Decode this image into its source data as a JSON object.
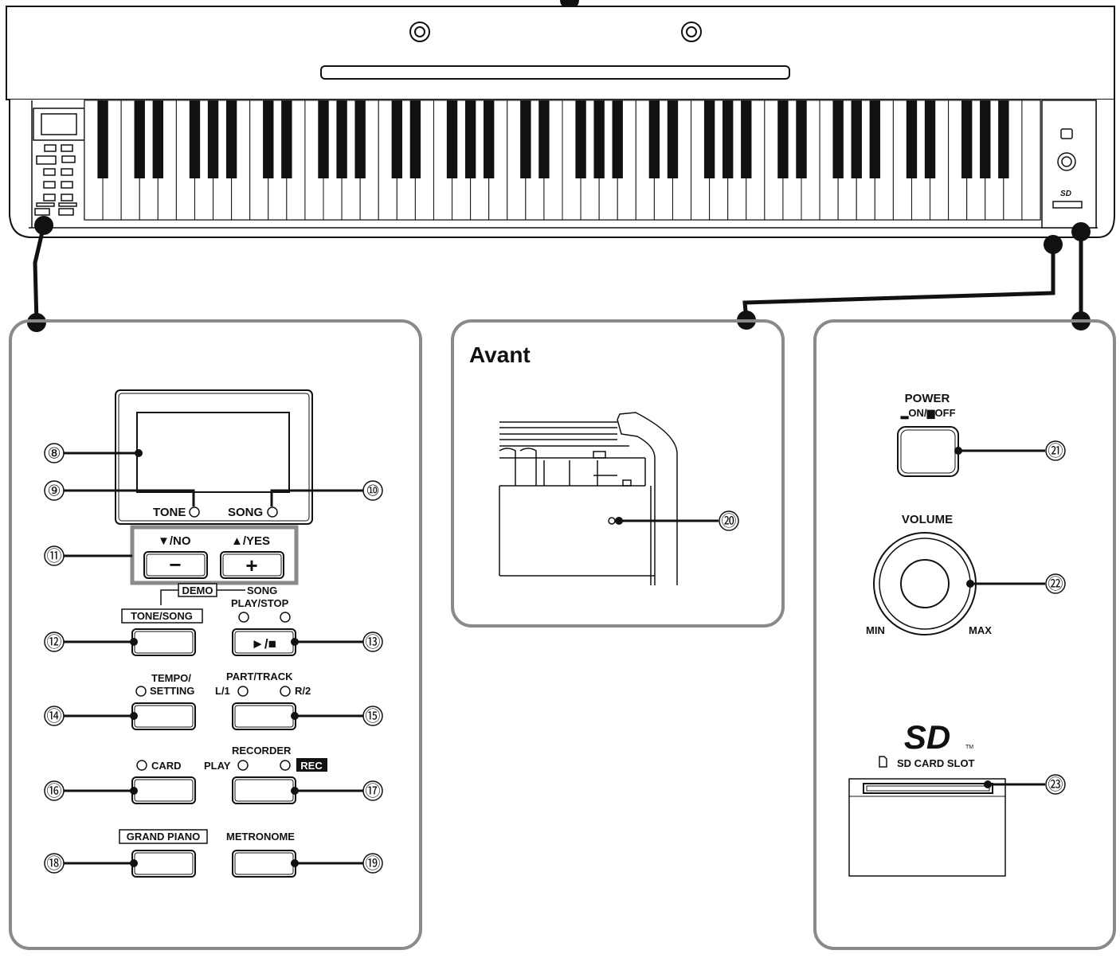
{
  "callouts": {
    "n8": "⑧",
    "n9": "⑨",
    "n10": "⑩",
    "n11": "⑪",
    "n12": "⑫",
    "n13": "⑬",
    "n14": "⑭",
    "n15": "⑮",
    "n16": "⑯",
    "n17": "⑰",
    "n18": "⑱",
    "n19": "⑲",
    "n20": "⑳",
    "n21": "㉑",
    "n22": "㉒",
    "n23": "㉓"
  },
  "left_panel": {
    "tone_label": "TONE",
    "song_label": "SONG",
    "no_label": "▼/NO",
    "yes_label": "▲/YES",
    "minus_glyph": "−",
    "plus_glyph": "+",
    "demo_label": "DEMO",
    "song_demo_label": "SONG",
    "play_stop_label": "PLAY/STOP",
    "tone_song_label": "TONE/SONG",
    "play_stop_glyph": "►/■",
    "tempo_label": "TEMPO/",
    "setting_label": "SETTING",
    "part_track_label": "PART/TRACK",
    "l1_label": "L/1",
    "r2_label": "R/2",
    "card_label": "CARD",
    "recorder_label": "RECORDER",
    "play_label": "PLAY",
    "rec_label": "REC",
    "grand_piano_label": "GRAND PIANO",
    "metronome_label": "METRONOME"
  },
  "center_panel": {
    "title": "Avant"
  },
  "right_panel": {
    "power_label": "POWER",
    "on_off_label": "▂ON/▆OFF",
    "volume_label": "VOLUME",
    "min_label": "MIN",
    "max_label": "MAX",
    "sd_logo": "SD",
    "tm": "TM",
    "sd_slot_label": "SD CARD SLOT"
  },
  "colors": {
    "line": "#111111",
    "panel_border": "#8a8a8a",
    "rec_bg": "#111111"
  }
}
